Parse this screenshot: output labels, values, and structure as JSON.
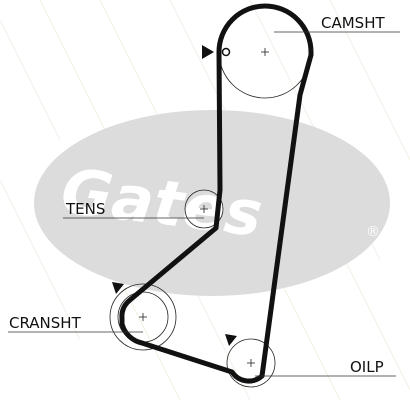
{
  "logo": {
    "brand": "Gates",
    "registered": "®"
  },
  "labels": {
    "camshaft": "CAMSHT",
    "tensioner": "TENS",
    "crankshaft": "CRANSHT",
    "oil_pump": "OILP"
  },
  "colors": {
    "belt": "#111111",
    "logo_fill": "#dcdcdc",
    "watermark": "#f1efe4",
    "text": "#111111"
  },
  "icons": {
    "timing_mark": "triangle-marker-icon",
    "pulley_center": "crosshair-icon"
  }
}
